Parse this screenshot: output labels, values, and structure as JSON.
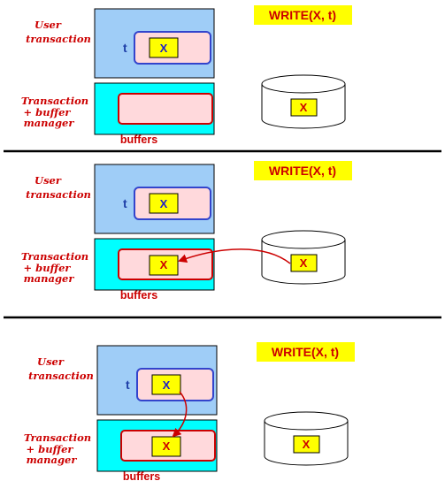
{
  "colors": {
    "user_box": "#9fcdf7",
    "buffer_box": "#00ffff",
    "inner_fill": "#ffd9dc",
    "inner_border_blue": "#3344cc",
    "inner_border_red": "#cc0000",
    "x_fill": "#ffff00",
    "label_red": "#cc0000",
    "label_blue": "#1f3fa8",
    "write_bg": "#ffff00",
    "arrow": "#cc0000",
    "divider": "#000000"
  },
  "panels": [
    {
      "user_label_1": "User",
      "user_label_2": "transaction",
      "tm_label_1": "Transaction",
      "tm_label_2": "+ buffer",
      "tm_label_3": "manager",
      "buffers_label": "buffers",
      "t_label": "t",
      "t_value": "X",
      "buffer_value": "",
      "disk_value": "X",
      "write_label": "WRITE(X, t)",
      "arrow": "none"
    },
    {
      "user_label_1": "User",
      "user_label_2": "transaction",
      "tm_label_1": "Transaction",
      "tm_label_2": "+ buffer",
      "tm_label_3": "manager",
      "buffers_label": "buffers",
      "t_label": "t",
      "t_value": "X",
      "buffer_value": "X",
      "disk_value": "X",
      "write_label": "WRITE(X, t)",
      "arrow": "disk-to-buffer"
    },
    {
      "user_label_1": "User",
      "user_label_2": "transaction",
      "tm_label_1": "Transaction",
      "tm_label_2": "+ buffer",
      "tm_label_3": "manager",
      "buffers_label": "buffers",
      "t_label": "t",
      "t_value": "X",
      "buffer_value": "X",
      "disk_value": "X",
      "write_label": "WRITE(X, t)",
      "arrow": "t-to-buffer"
    }
  ]
}
